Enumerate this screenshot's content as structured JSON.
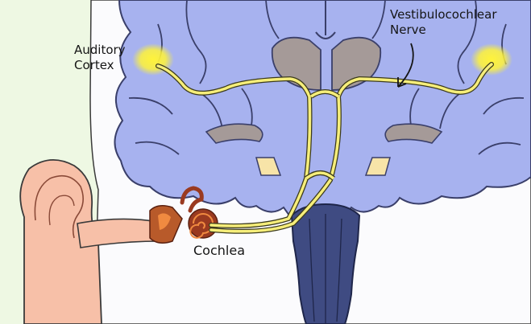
{
  "labels": {
    "auditory_cortex": [
      "Auditory",
      "Cortex"
    ],
    "vestibulocochlear_nerve": [
      "Vestibulocochlear",
      "Nerve"
    ],
    "cochlea": "Cochlea"
  },
  "colors": {
    "background": "#eef8e3",
    "head_skin": "#fbfbfd",
    "brain": "#a7b2ef",
    "brain_outline": "#3a3f6a",
    "brainstem": "#3f4b82",
    "ventricle": "#a59a98",
    "ear": "#f7c0a8",
    "cochlea": "#9a3a20",
    "cochlea_fill": "#f08a40",
    "nerve": "#f6ee7a",
    "nerve_outline": "#3b3a1c",
    "cortex_glow": "#fff33a"
  },
  "icons": [
    "auditory-cortex-highlight",
    "cochlea-icon",
    "ear-icon",
    "brainstem-icon",
    "auditory-nerve-pathway"
  ]
}
